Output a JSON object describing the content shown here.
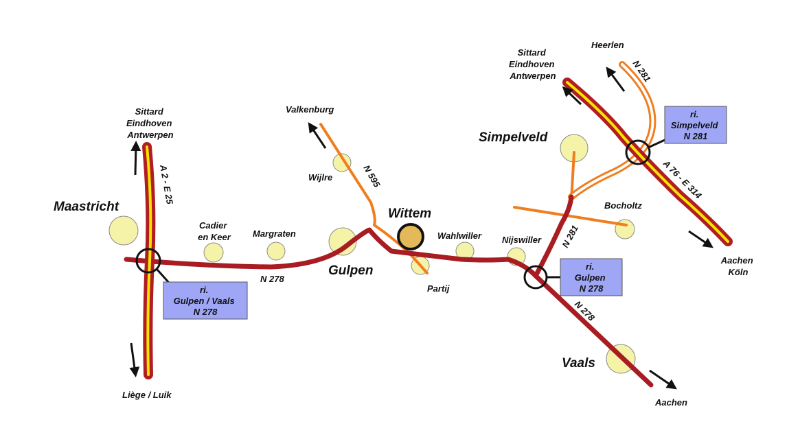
{
  "colors": {
    "motorway_outer": "#b01e23",
    "motorway_inner": "#f5e500",
    "main_road": "#a81c22",
    "secondary_road": "#f07d1e",
    "town_fill": "#f4f3a8",
    "wittem_fill": "#e3b95a",
    "info_box_fill": "#9ea6f5"
  },
  "places": {
    "maastricht": "Maastricht",
    "cadier": [
      "Cadier",
      "en Keer"
    ],
    "margraten": "Margraten",
    "gulpen": "Gulpen",
    "wittem": "Wittem",
    "wahlwiller": "Wahlwiller",
    "nijswiller": "Nijswiller",
    "partij": "Partij",
    "wijlre": "Wijlre",
    "valkenburg": "Valkenburg",
    "simpelveld": "Simpelveld",
    "bocholtz": "Bocholtz",
    "vaals": "Vaals",
    "heerlen": "Heerlen",
    "aachen": "Aachen"
  },
  "directions": {
    "north_west": [
      "Sittard",
      "Eindhoven",
      "Antwerpen"
    ],
    "north_east": [
      "Sittard",
      "Eindhoven",
      "Antwerpen"
    ],
    "south": "Liège / Luik",
    "east": [
      "Aachen",
      "Köln"
    ]
  },
  "road_labels": {
    "a2": "A 2 - E 25",
    "n278_west": "N 278",
    "n595": "N 595",
    "n281_south": "N 281",
    "n278_east": "N 278",
    "a76": "A 76 - E 314",
    "n281_north": "N 281"
  },
  "info_boxes": {
    "gulpen_vaals": [
      "ri.",
      "Gulpen / Vaals",
      "N 278"
    ],
    "gulpen": [
      "ri.",
      "Gulpen",
      "N 278"
    ],
    "simpelveld": [
      "ri.",
      "Simpelveld",
      "N 281"
    ]
  }
}
